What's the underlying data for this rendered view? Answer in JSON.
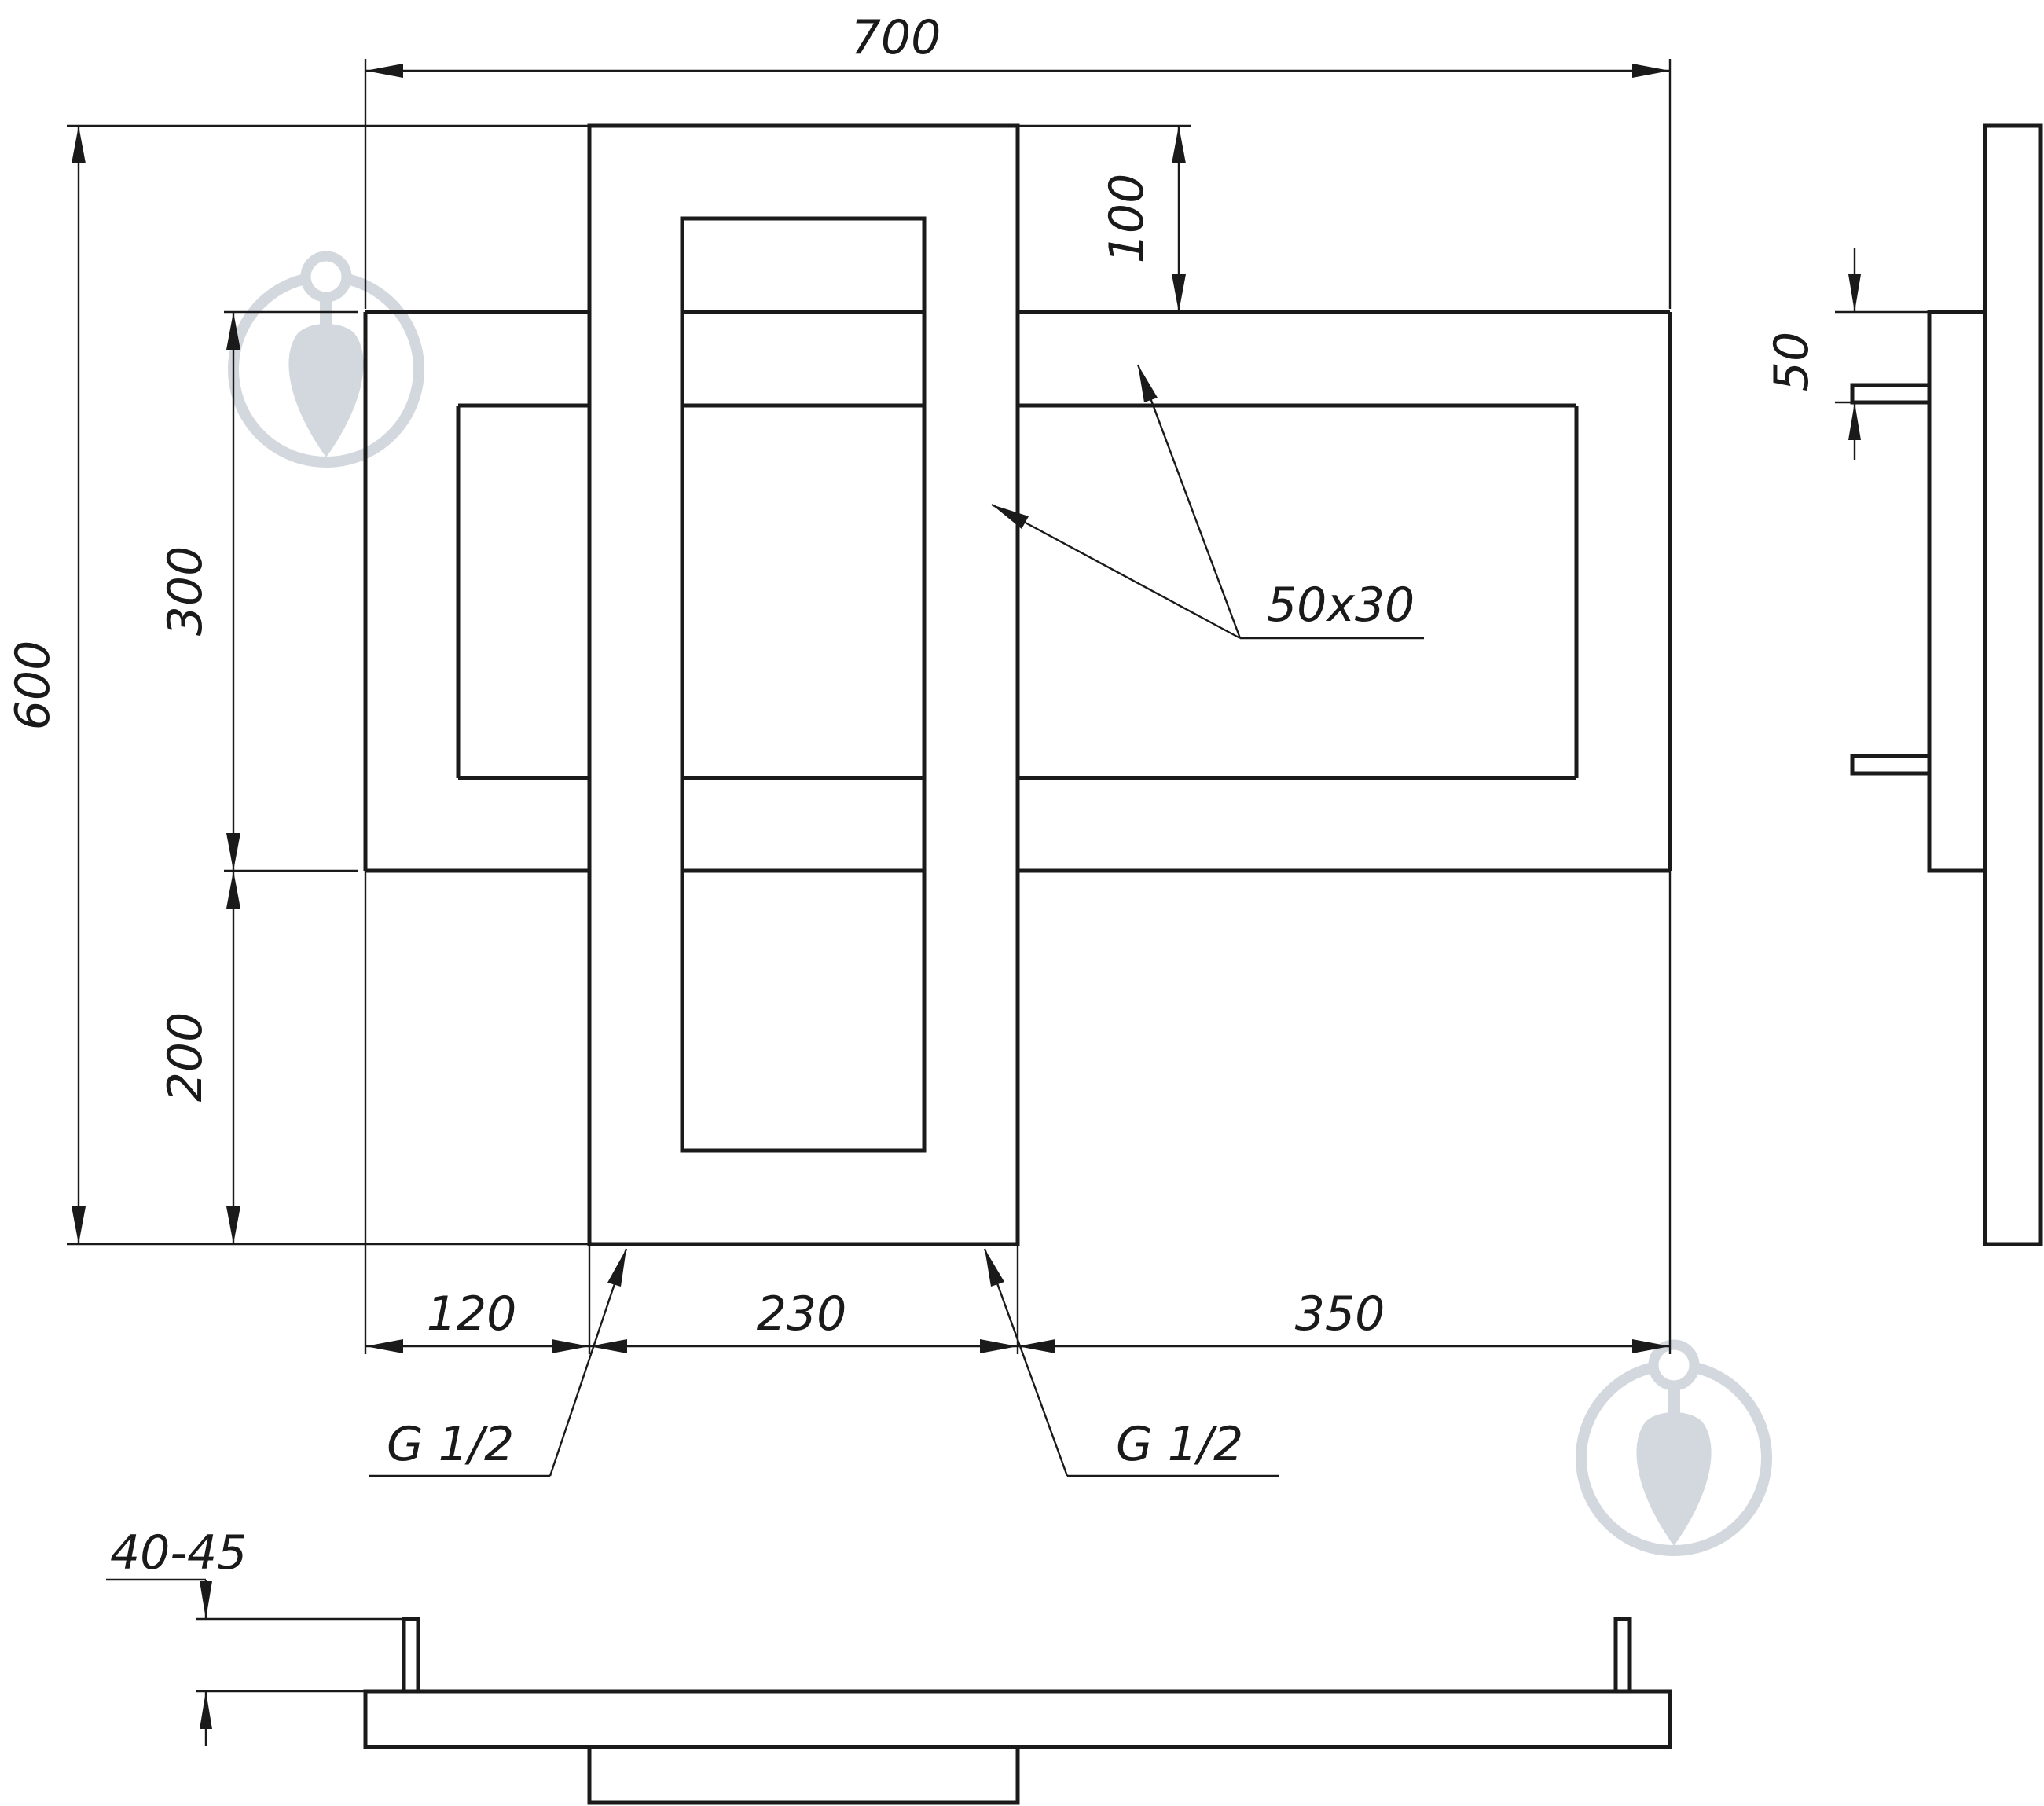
{
  "front_view": {
    "width_total": "700",
    "height_total": "600",
    "bar_height": "300",
    "bottom_offset": "200",
    "top_offset": "100",
    "tube_profile": "50x30",
    "left_offset": "120",
    "tube_width": "230",
    "right_offset": "350",
    "thread_left": "G 1/2",
    "thread_right": "G 1/2"
  },
  "side_view": {
    "pin_offset": "50"
  },
  "bottom_view": {
    "wall_clearance": "40-45"
  },
  "colors": {
    "line": "#1a1a1a",
    "watermark": "#c9cfd7",
    "background": "#ffffff"
  }
}
